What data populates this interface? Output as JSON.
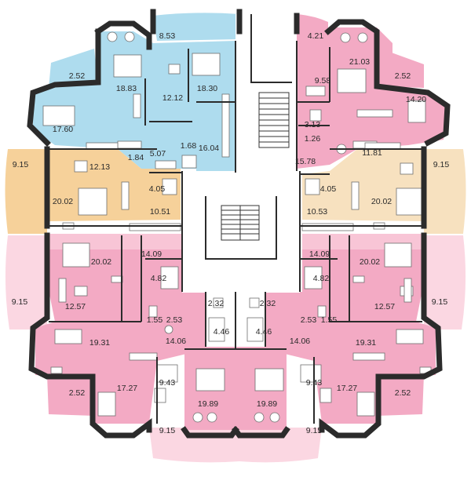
{
  "colors": {
    "blue": "#aedcee",
    "pink": "#f3aac4",
    "orange": "#f6d19a",
    "beige": "#f7e1bf",
    "light_pink": "#fbd7e2",
    "common": "#ffffff",
    "wall": "#2b2b2b"
  },
  "areas": {
    "blue_top_left": "8.53",
    "blue_balcony": "2.52",
    "blue_bedroom": "18.83",
    "blue_kitchen": "12.12",
    "blue_bedroom2": "18.30",
    "blue_living": "17.60",
    "blue_bath": "5.07",
    "blue_wc": "1.68",
    "blue_hall": "16.04",
    "pink_tr_small": "4.21",
    "pink_tr_bedroom": "21.03",
    "pink_tr_storage": "9.58",
    "pink_tr_balcony": "2.52",
    "pink_tr_room": "14.20",
    "pink_tr_bath": "3.13",
    "pink_tr_wc": "1.26",
    "pink_tr_hall": "15.78",
    "orange_balcony": "9.15",
    "orange_kitchen": "12.13",
    "orange_wc": "1.84",
    "orange_bath": "4.05",
    "orange_room": "20.02",
    "orange_hall": "10.51",
    "beige_kitchen": "11.81",
    "beige_balcony": "9.15",
    "beige_bath": "4.05",
    "beige_hall": "10.53",
    "beige_room": "20.02",
    "l_room": "20.02",
    "l_hall": "14.09",
    "l_bath": "4.82",
    "l_balcony": "9.15",
    "l_kitchen": "12.57",
    "l_wc": "1.55",
    "l_wc2": "2.53",
    "l_room2": "19.31",
    "l_balcony2": "2.52",
    "l_room3": "17.27",
    "l_bath2": "9.43",
    "l_hall2": "14.06",
    "l_room4": "19.89",
    "l_balcony3": "9.15",
    "c_wc_l": "2.32",
    "c_wc_r": "2.32",
    "c_bath_l": "4.46",
    "c_bath_r": "4.46",
    "r_room": "20.02",
    "r_hall": "14.09",
    "r_bath": "4.82",
    "r_balcony": "9.15",
    "r_kitchen": "12.57",
    "r_wc": "1.55",
    "r_wc2": "2.53",
    "r_room2": "19.31",
    "r_balcony2": "2.52",
    "r_room3": "17.27",
    "r_bath2": "9.43",
    "r_hall2": "14.06",
    "r_room4": "19.89",
    "r_balcony3": "9.15"
  }
}
